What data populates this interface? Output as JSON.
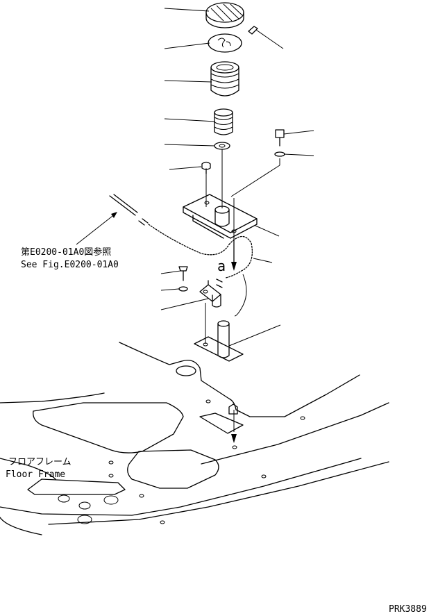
{
  "reference_note": {
    "line1": "第E0200-01A0図参照",
    "line2": "See Fig.E0200-01A0"
  },
  "callout_letter": "a",
  "floor_frame": {
    "label_ja": "フロアフレーム",
    "label_en": "Floor Frame"
  },
  "drawing_code": "PRK3889"
}
